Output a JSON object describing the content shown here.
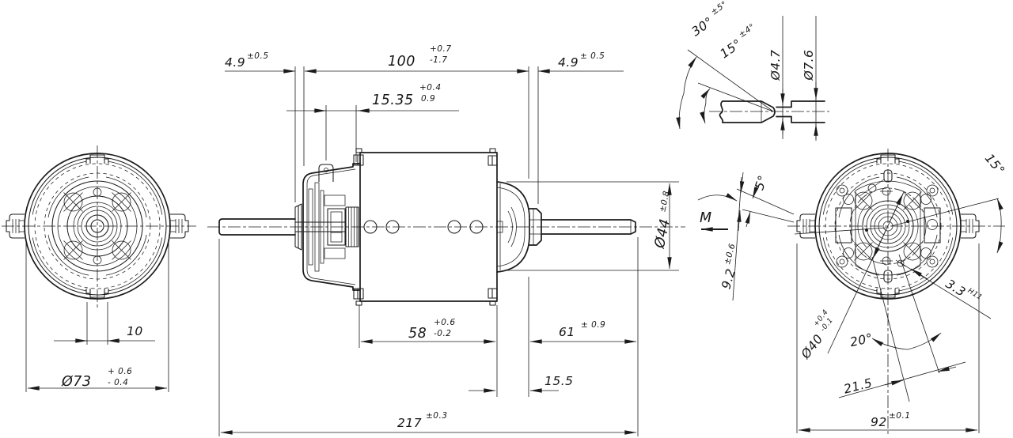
{
  "drawing": {
    "front_view": {
      "clip_width": "10",
      "outer_dia": "Ø73",
      "outer_dia_tol_up": "+ 0.6",
      "outer_dia_tol_dn": "- 0.4"
    },
    "side_view": {
      "front_shoulder": "4.9",
      "front_shoulder_tol": "±0.5",
      "body_length": "100",
      "body_length_tol_up": "+0.7",
      "body_length_tol_dn": "-1.7",
      "brush_depth": "15.35",
      "brush_depth_tol_up": "+0.4",
      "brush_depth_tol_dn": "0.9",
      "rear_shoulder": "4.9",
      "rear_shoulder_tol": "± 0.5",
      "dome_dia": "Ø44",
      "dome_dia_tol": "±0.8",
      "stator_length": "58",
      "stator_length_tol_up": "+0.6",
      "stator_length_tol_dn": "-0.2",
      "rear_shaft_length": "61",
      "rear_shaft_length_tol": "± 0.9",
      "dome_length": "15.5",
      "overall_length": "217",
      "overall_length_tol": "±0.3"
    },
    "shaft_detail": {
      "chamfer_angle_full": "30°",
      "chamfer_angle_full_tol": "±5°",
      "chamfer_angle_half": "15°",
      "chamfer_angle_half_tol": "±4°",
      "groove_dia": "Ø4.7",
      "shaft_dia": "Ø7.6"
    },
    "rear_view": {
      "tab_angle": "15°",
      "terminal_angle": "5°",
      "torque_symbol": "M",
      "terminal_width": "9.2",
      "terminal_width_tol": "±0.6",
      "spigot_dia": "Ø40",
      "spigot_dia_tol_up": "+0.4",
      "spigot_dia_tol_dn": "-0.1",
      "hole_angle": "20°",
      "slot_width": "3.3",
      "slot_fit": "H11",
      "hole_offset": "21.5",
      "tab_span": "92",
      "tab_span_tol": "±0.1"
    }
  }
}
